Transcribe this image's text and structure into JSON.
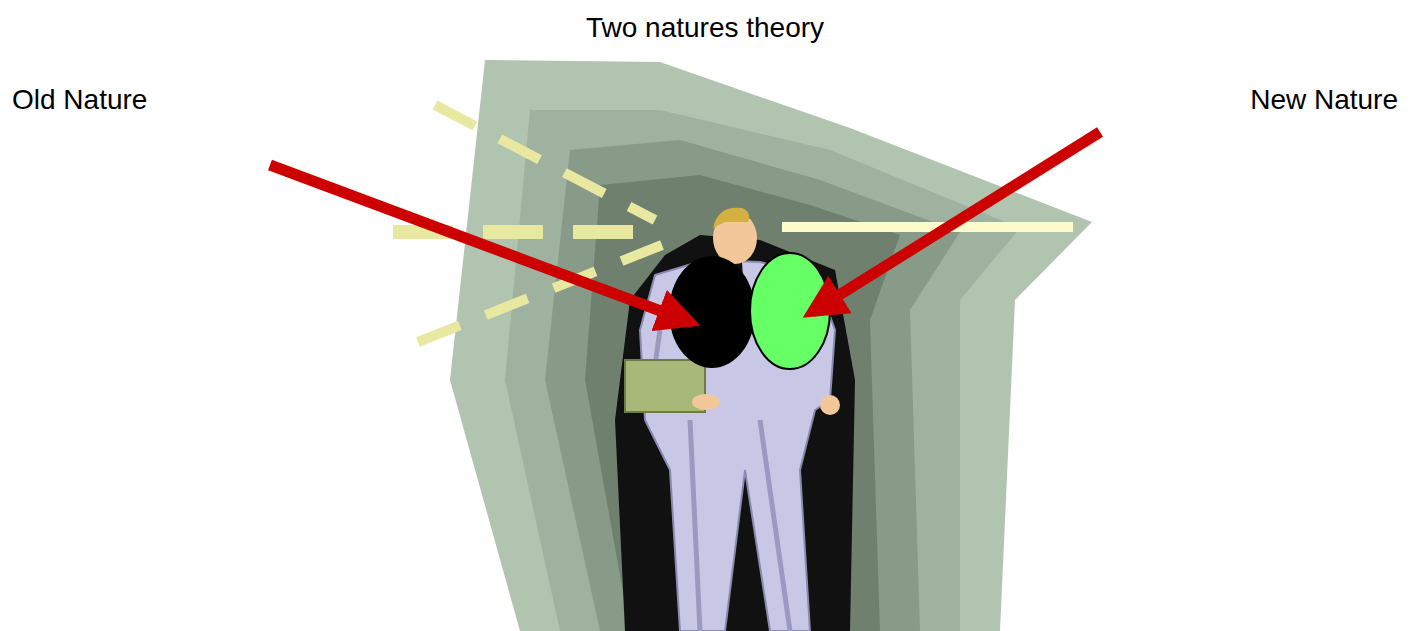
{
  "diagram": {
    "title": "Two natures theory",
    "labels": [
      "Old Nature",
      "New Nature"
    ]
  }
}
